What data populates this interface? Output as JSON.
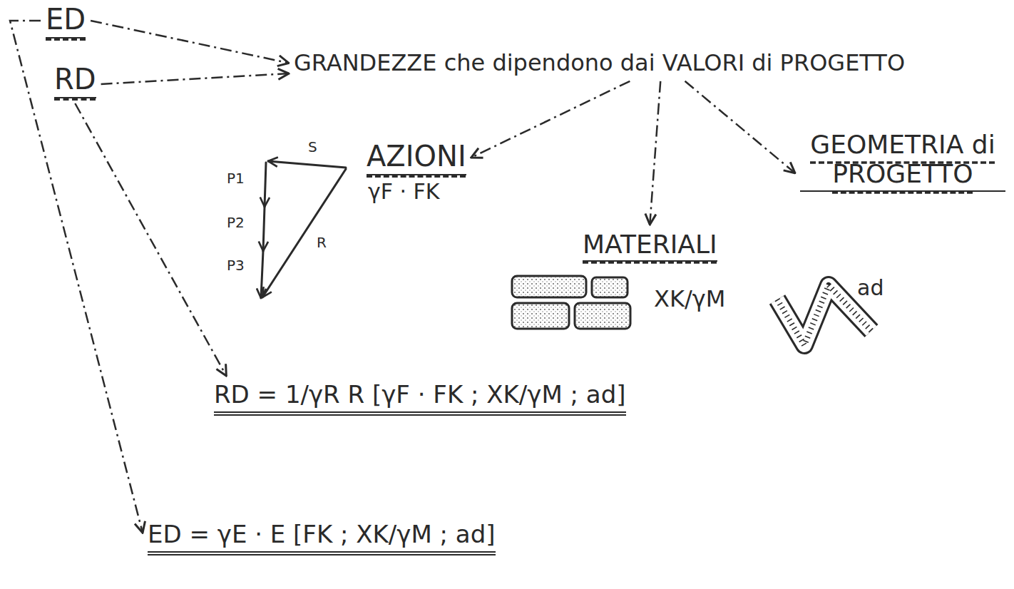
{
  "diagram": {
    "nodes": [
      {
        "text": [
          "ED"
        ]
      },
      {
        "text": [
          "RD"
        ]
      },
      {
        "text": [
          "GRANDEZZE che dipendono dai VALORI di PROGETTO"
        ]
      },
      {
        "text": [
          "AZIONI",
          "γF · FK"
        ]
      },
      {
        "text": [
          "MATERIALI",
          "XK/γM"
        ]
      },
      {
        "text": [
          "GEOMETRIA di PROGETTO",
          "ad"
        ]
      },
      {
        "text": [
          "RD = 1/γR R [γF · FK ; XK/γM ; ad]"
        ]
      },
      {
        "text": [
          "ED = γE · E [FK ; XK/γM ; ad]"
        ]
      }
    ],
    "edges": [
      {
        "from": 0,
        "to": 2,
        "arrow": "to"
      },
      {
        "from": 1,
        "to": 2,
        "arrow": "to"
      },
      {
        "from": 2,
        "to": 3,
        "arrow": "to"
      },
      {
        "from": 2,
        "to": 4,
        "arrow": "to"
      },
      {
        "from": 2,
        "to": 5,
        "arrow": "to"
      },
      {
        "from": 1,
        "to": 6,
        "arrow": "to"
      },
      {
        "from": 0,
        "to": 7,
        "arrow": "to"
      }
    ],
    "labels": [
      "S",
      "P1",
      "P2",
      "P3",
      "R"
    ]
  }
}
